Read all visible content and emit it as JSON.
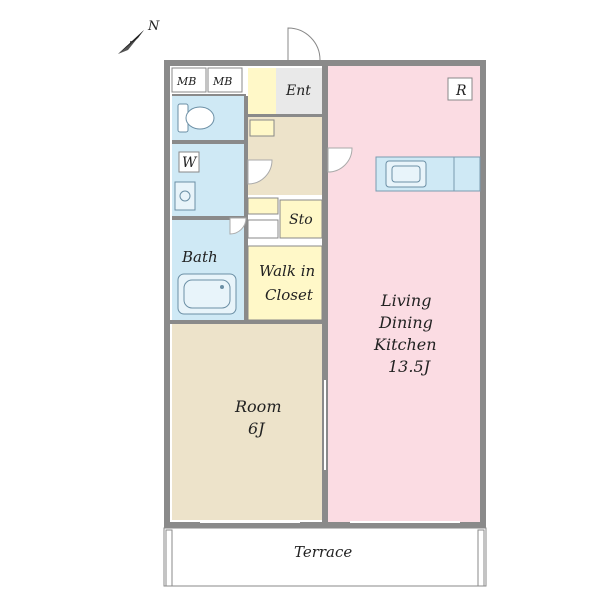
{
  "compass": {
    "label": "N",
    "icon": "north-arrow-icon"
  },
  "rooms": {
    "mb1": "MB",
    "mb2": "MB",
    "entrance": "Ent",
    "refrigerator": "R",
    "washer": "W",
    "storage": "Sto",
    "bath": "Bath",
    "walk_in_closet": [
      "Walk in",
      "Closet"
    ],
    "living": [
      "Living",
      "Dining",
      "Kitchen",
      "13.5J"
    ],
    "room": [
      "Room",
      "6J"
    ],
    "terrace": "Terrace"
  },
  "colors": {
    "wall": "#8a8a8a",
    "living": "#fbdce3",
    "room": "#ede3ca",
    "hall": "#ede3ca",
    "wet": "#cfe9f5",
    "closet": "#fff8c8",
    "entrance": "#e9e9e9"
  }
}
